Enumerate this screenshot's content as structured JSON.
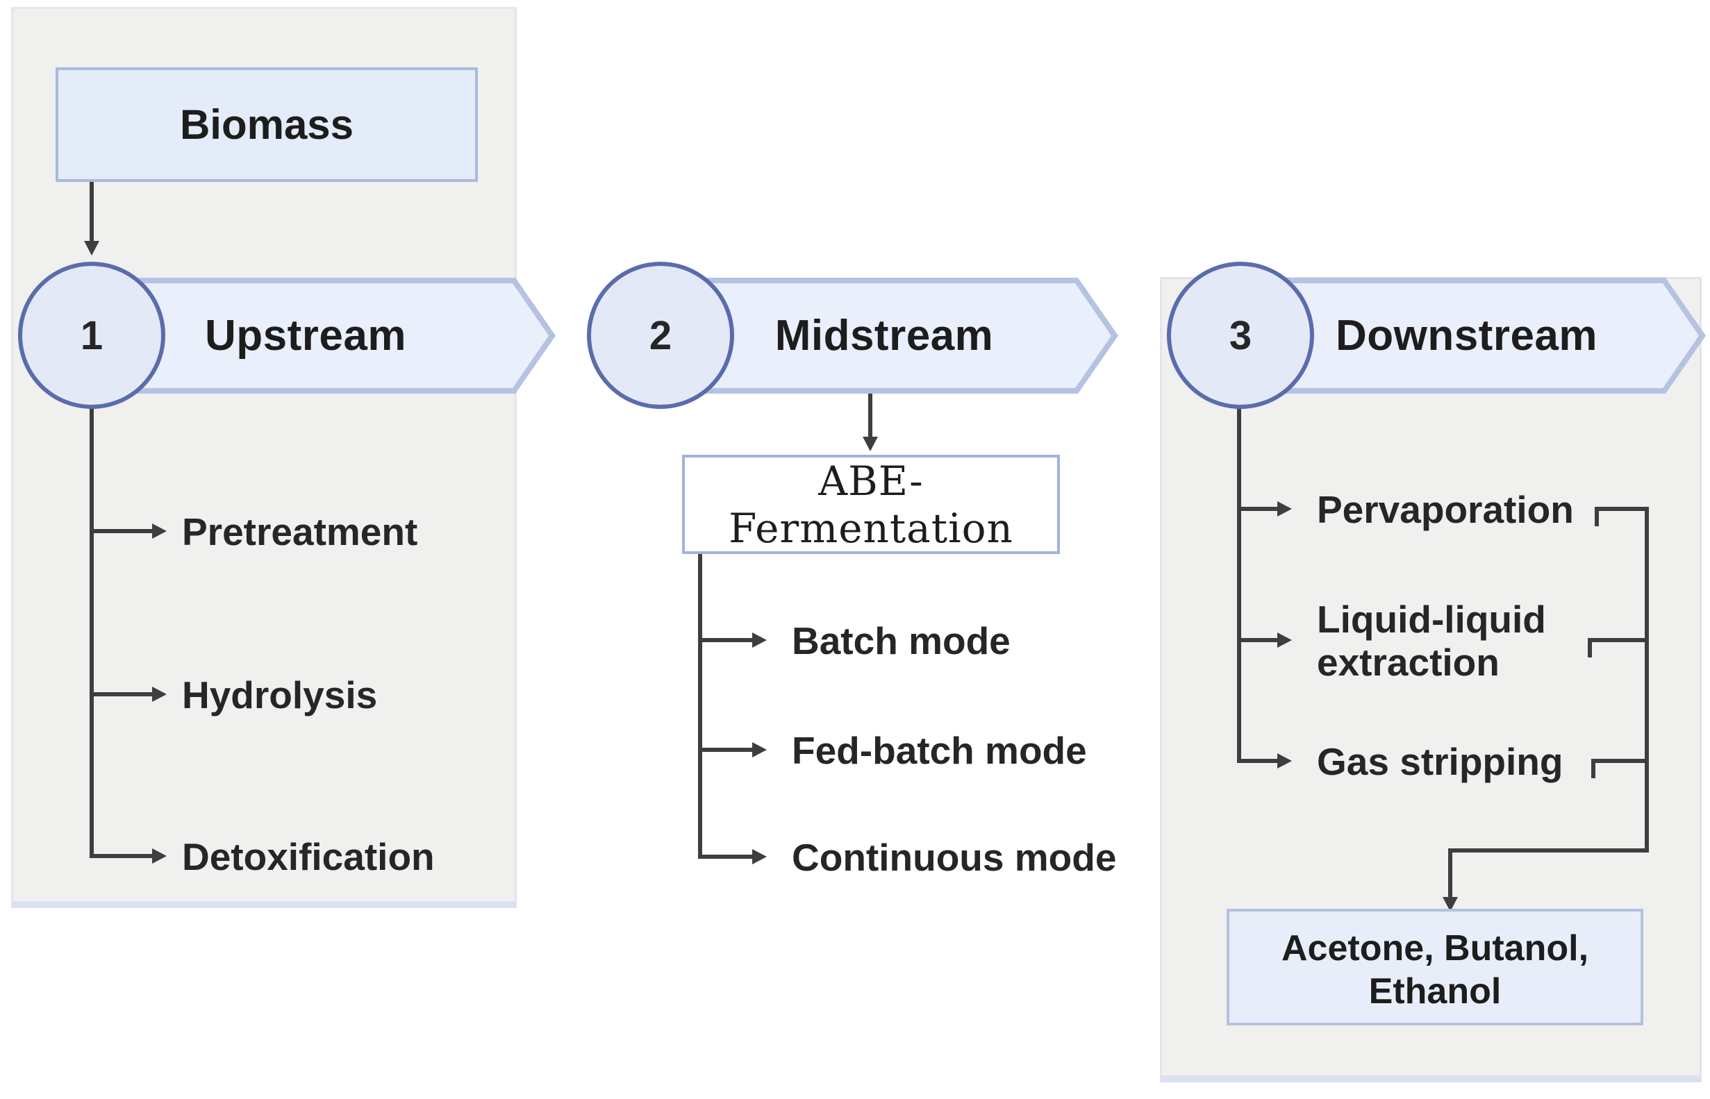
{
  "diagram": {
    "input_box": {
      "label": "Biomass"
    },
    "stages": [
      {
        "number": "1",
        "label": "Upstream"
      },
      {
        "number": "2",
        "label": "Midstream"
      },
      {
        "number": "3",
        "label": "Downstream"
      }
    ],
    "upstream_items": [
      {
        "label": "Pretreatment"
      },
      {
        "label": "Hydrolysis"
      },
      {
        "label": "Detoxification"
      }
    ],
    "fermentation_box": {
      "label": "ABE-Fermentation"
    },
    "midstream_items": [
      {
        "label": "Batch mode"
      },
      {
        "label": "Fed-batch mode"
      },
      {
        "label": "Continuous mode"
      }
    ],
    "downstream_items": [
      {
        "label": "Pervaporation"
      },
      {
        "label": "Liquid-liquid extraction"
      },
      {
        "label": "Gas stripping"
      }
    ],
    "product_box": {
      "line1": "Acetone, Butanol,",
      "line2": "Ethanol"
    }
  },
  "colors": {
    "page-bg": "#ffffff",
    "panel-bg": "#f0f0ef",
    "panel-border": "#e2e5ee",
    "panel-border-bottom": "#dbe1f0",
    "banner-fill": "#e9effb",
    "banner-edge": "#b5c2e2",
    "circle-fill": "#e4e9f8",
    "circle-border": "#5a6cab",
    "biomass-fill": "#e4ecf9",
    "biomass-border": "#aabade",
    "abe-fill": "#ffffff",
    "abe-border": "#9fb4da",
    "product-fill": "#e8eef9",
    "product-border": "#b2c1e1",
    "line-color": "#3e3e3e",
    "text-color": "#1d1d1d"
  }
}
